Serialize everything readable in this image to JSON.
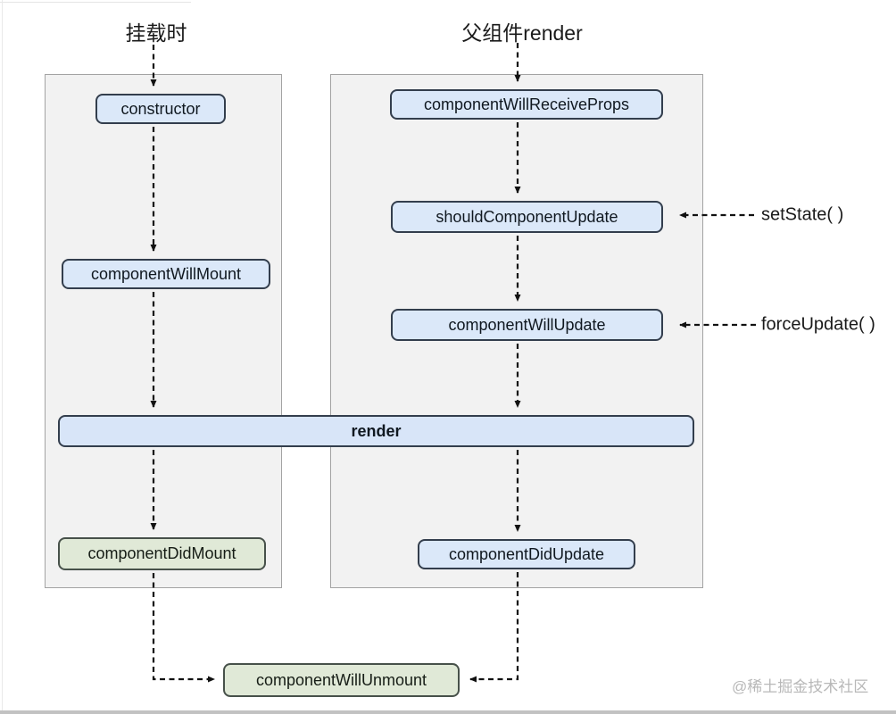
{
  "titles": {
    "mount": "挂载时",
    "parent_render": "父组件render"
  },
  "nodes": {
    "constructor": "constructor",
    "component_will_mount": "componentWillMount",
    "component_did_mount": "componentDidMount",
    "component_will_receive_props": "componentWillReceiveProps",
    "should_component_update": "shouldComponentUpdate",
    "component_will_update": "componentWillUpdate",
    "component_did_update": "componentDidUpdate",
    "render": "render",
    "component_will_unmount": "componentWillUnmount"
  },
  "side_labels": {
    "set_state": "setState( )",
    "force_update": "forceUpdate( )"
  },
  "watermark": "@稀土掘金技术社区",
  "colors": {
    "panel_fill": "#f2f2f2",
    "panel_border": "#a3a3a3",
    "blue_fill": "#dbe8f9",
    "blue_border": "#333e4d",
    "green_fill": "#e0e9d7",
    "green_border": "#47514a",
    "watermark": "#b8b8b8"
  }
}
